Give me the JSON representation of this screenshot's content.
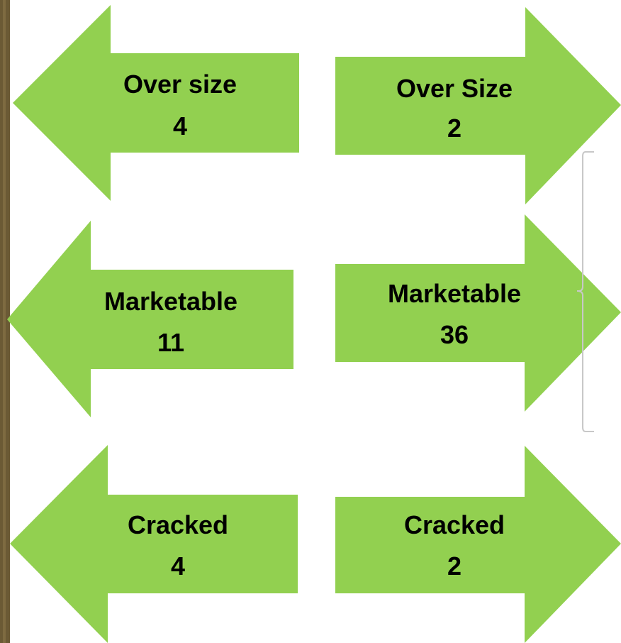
{
  "colors": {
    "arrow_fill": "#92d050",
    "background_strip": "#6b5a35",
    "text": "#000000",
    "bracket": "#c8c8c8"
  },
  "arrows": [
    {
      "direction": "left",
      "label": "Over size",
      "value": "4"
    },
    {
      "direction": "right",
      "label": "Over Size",
      "value": "2"
    },
    {
      "direction": "left",
      "label": "Marketable",
      "value": "11"
    },
    {
      "direction": "right",
      "label": "Marketable",
      "value": "36"
    },
    {
      "direction": "left",
      "label": "Cracked",
      "value": "4"
    },
    {
      "direction": "right",
      "label": "Cracked",
      "value": "2"
    }
  ]
}
